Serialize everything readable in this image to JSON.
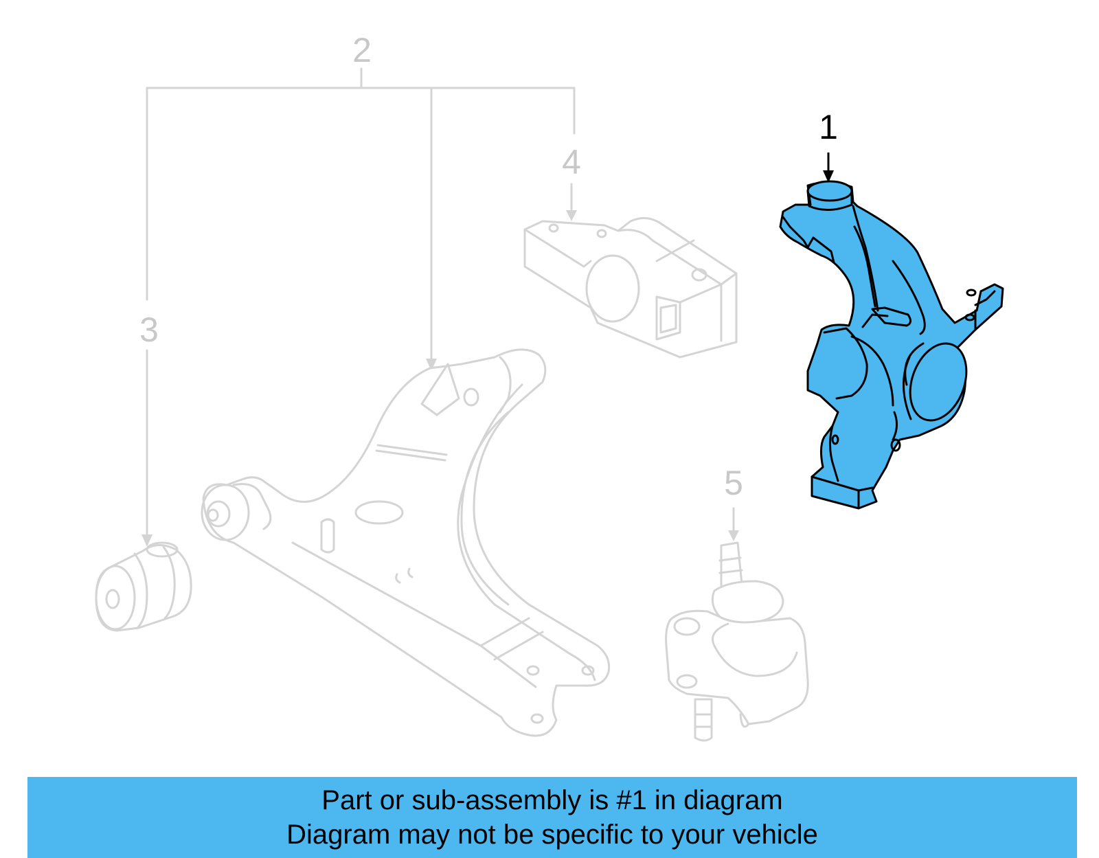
{
  "callouts": {
    "c1": "1",
    "c2": "2",
    "c3": "3",
    "c4": "4",
    "c5": "5"
  },
  "highlight_part": "1",
  "colors": {
    "highlight": "#4db8f0",
    "ghost": "#d4d4d4",
    "banner": "#4db8f0"
  },
  "banner": {
    "line1": "Part or sub-assembly is #1 in diagram",
    "line2": "Diagram may not be specific to your vehicle"
  }
}
